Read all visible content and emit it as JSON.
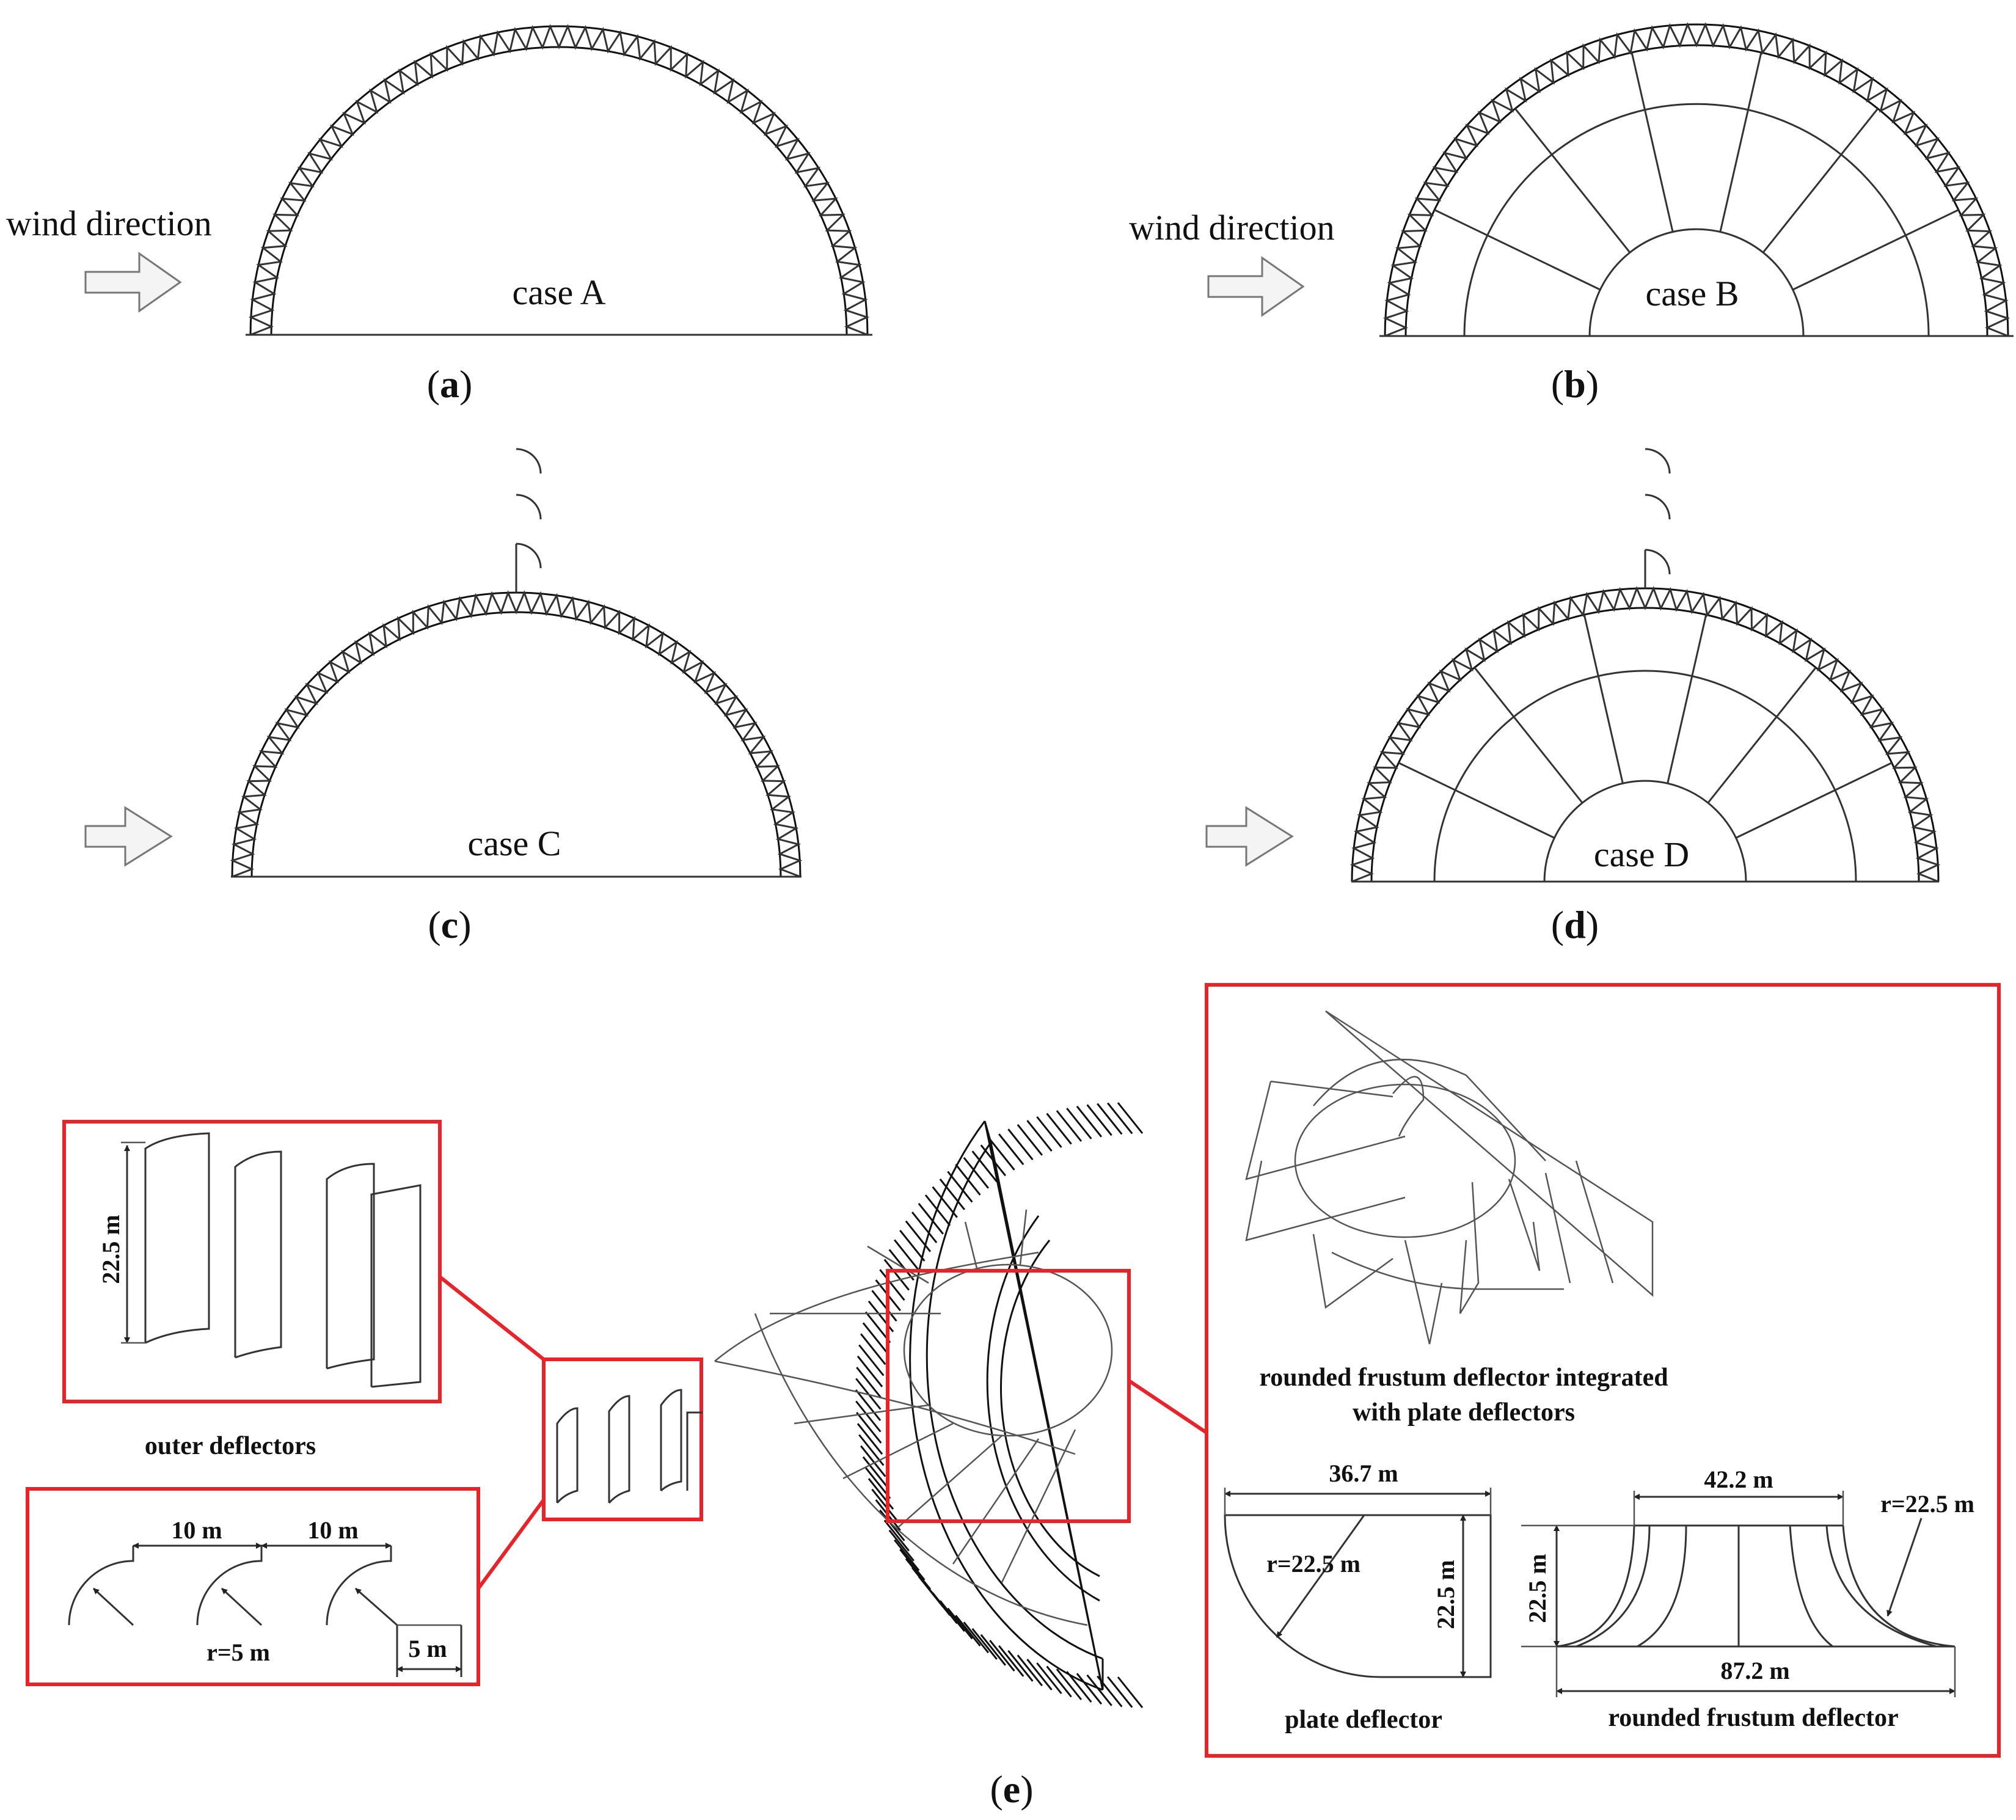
{
  "panels": {
    "a": {
      "letter": "a",
      "case_label": "case A",
      "wind_label": "wind direction"
    },
    "b": {
      "letter": "b",
      "case_label": "case B",
      "wind_label": "wind direction"
    },
    "c": {
      "letter": "c",
      "case_label": "case C"
    },
    "d": {
      "letter": "d",
      "case_label": "case D"
    },
    "e": {
      "letter": "e"
    }
  },
  "outer_deflectors": {
    "title": "outer deflectors",
    "height_label": "22.5 m",
    "spacing_label_1": "10 m",
    "spacing_label_2": "10 m",
    "radius_label": "r=5 m",
    "width_label": "5 m"
  },
  "inner_deflectors": {
    "title_line1": "rounded frustum deflector integrated",
    "title_line2": "with plate deflectors",
    "plate": {
      "title": "plate deflector",
      "width_label": "36.7 m",
      "radius_label": "r=22.5 m",
      "height_label": "22.5 m"
    },
    "frustum": {
      "title": "rounded frustum deflector",
      "top_label": "42.2 m",
      "bottom_label": "87.2 m",
      "height_label": "22.5 m",
      "radius_label": "r=22.5 m"
    }
  },
  "colors": {
    "highlight_box": "#e8232a",
    "line": "#333333",
    "arrow_fill": "#f4f4f4"
  }
}
